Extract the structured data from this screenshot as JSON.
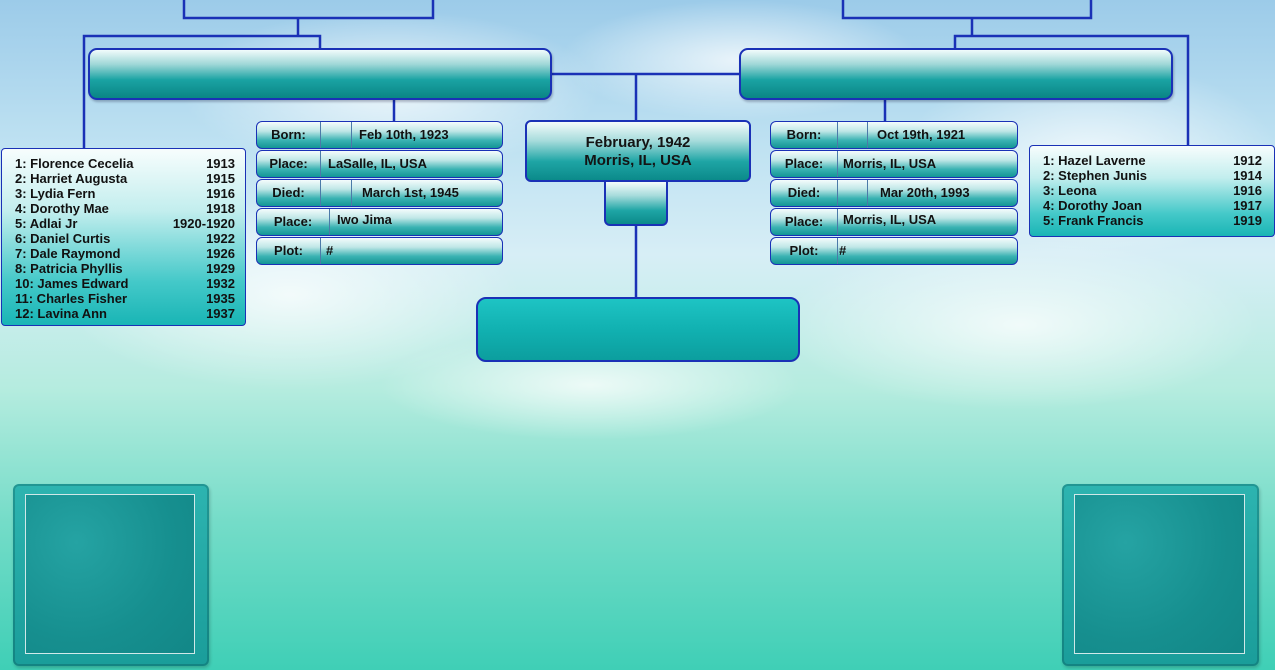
{
  "marriage": {
    "date": "February, 1942",
    "place": "Morris, IL, USA"
  },
  "left_person": {
    "name": "",
    "events": [
      {
        "label": "Born:",
        "value": "Feb 10th, 1923"
      },
      {
        "label": "Place:",
        "value": "LaSalle, IL, USA"
      },
      {
        "label": "Died:",
        "value": "March 1st, 1945"
      },
      {
        "label": "Place:",
        "value": "Iwo Jima"
      },
      {
        "label": "Plot:",
        "value": "#"
      }
    ],
    "siblings": [
      {
        "name": "1: Florence Cecelia",
        "year": "1913"
      },
      {
        "name": "2: Harriet Augusta",
        "year": "1915"
      },
      {
        "name": "3: Lydia Fern",
        "year": "1916"
      },
      {
        "name": "4: Dorothy Mae",
        "year": "1918"
      },
      {
        "name": "5: Adlai Jr",
        "year": "1920-1920"
      },
      {
        "name": "6: Daniel Curtis",
        "year": "1922"
      },
      {
        "name": "7: Dale Raymond",
        "year": "1926"
      },
      {
        "name": "8: Patricia Phyllis",
        "year": "1929"
      },
      {
        "name": "10: James Edward",
        "year": "1932"
      },
      {
        "name": "11: Charles Fisher",
        "year": "1935"
      },
      {
        "name": "12: Lavina Ann",
        "year": "1937"
      }
    ]
  },
  "right_person": {
    "name": "",
    "events": [
      {
        "label": "Born:",
        "value": "Oct 19th, 1921"
      },
      {
        "label": "Place:",
        "value": "Morris, IL, USA"
      },
      {
        "label": "Died:",
        "value": "Mar 20th, 1993"
      },
      {
        "label": "Place:",
        "value": "Morris, IL, USA"
      },
      {
        "label": "Plot:",
        "value": "#"
      }
    ],
    "siblings": [
      {
        "name": "1: Hazel Laverne",
        "year": "1912"
      },
      {
        "name": "2: Stephen Junis",
        "year": "1914"
      },
      {
        "name": "3: Leona",
        "year": "1916"
      },
      {
        "name": "4: Dorothy Joan",
        "year": "1917"
      },
      {
        "name": "5: Frank Francis",
        "year": "1919"
      }
    ]
  },
  "marriage_count_label": "",
  "child_name": "",
  "colors": {
    "connector": "#1a31b6",
    "box_teal": "#0a8585"
  }
}
